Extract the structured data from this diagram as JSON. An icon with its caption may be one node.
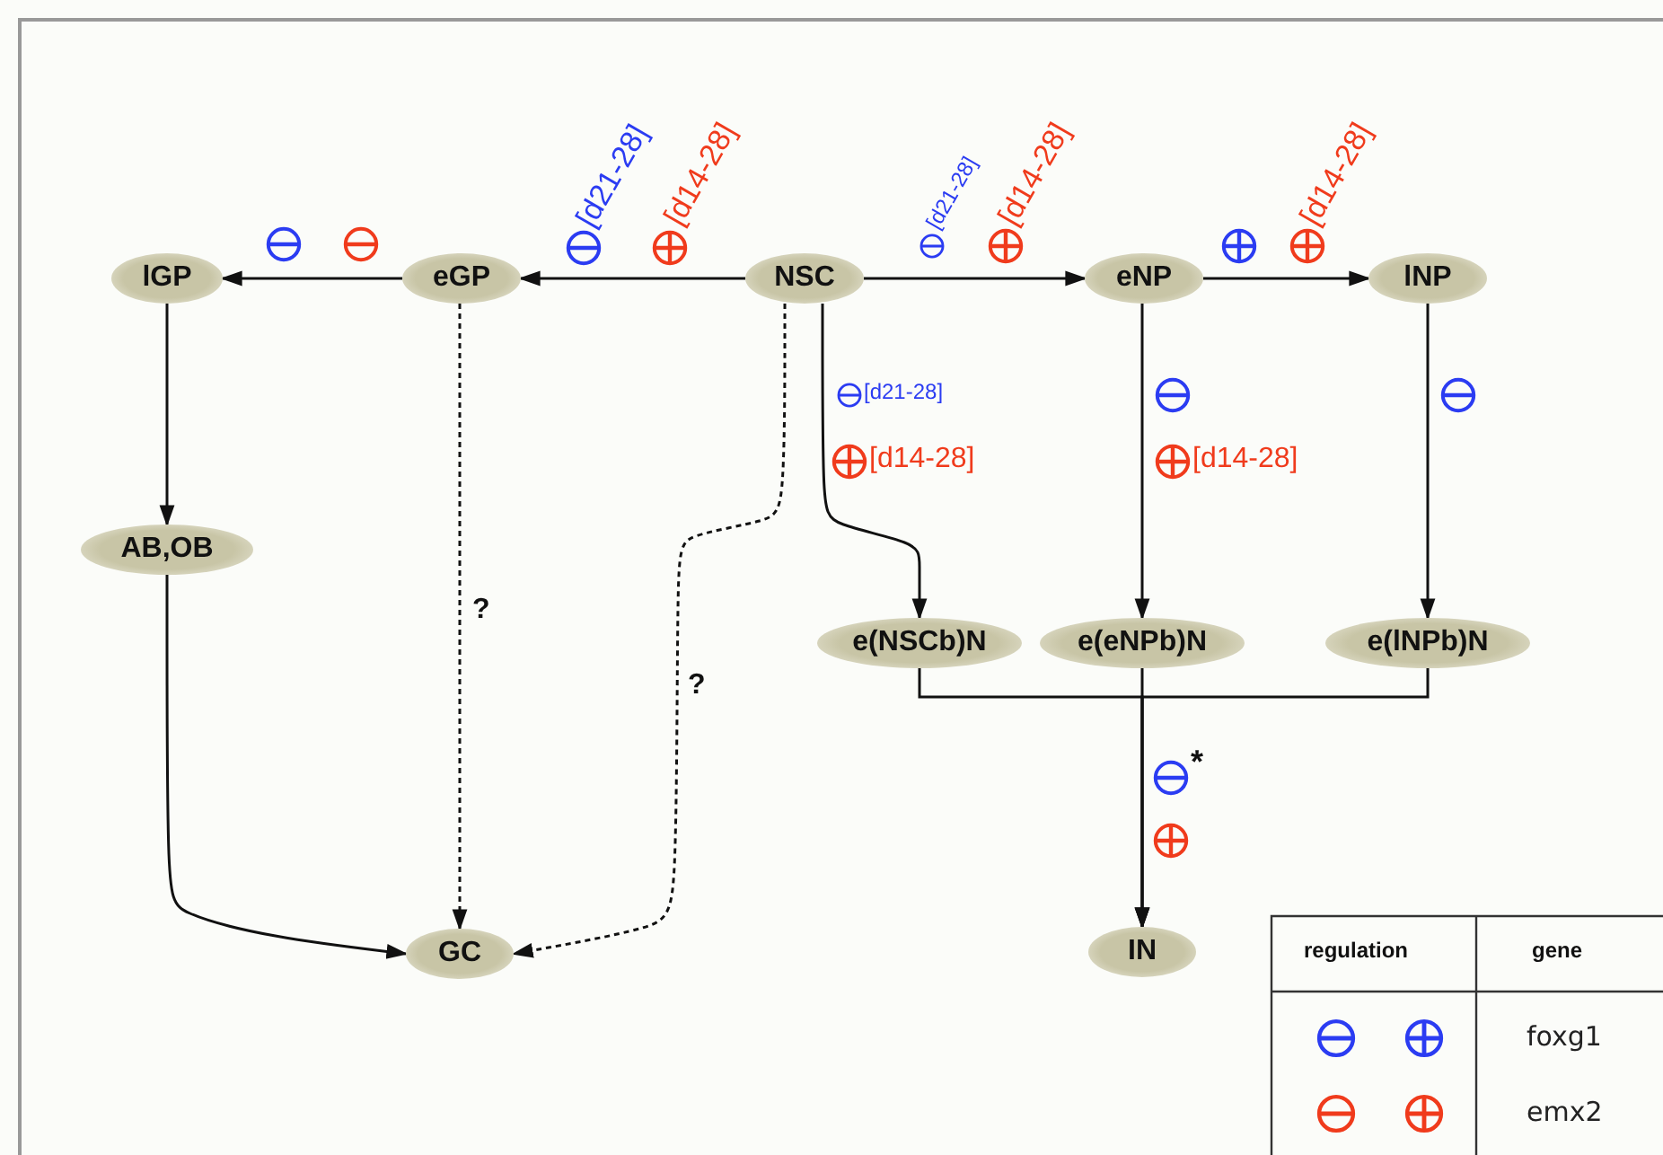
{
  "diagram": {
    "nodes": [
      {
        "text": [
          "lGP"
        ]
      },
      {
        "text": [
          "eGP"
        ]
      },
      {
        "text": [
          "NSC"
        ]
      },
      {
        "text": [
          "eNP"
        ]
      },
      {
        "text": [
          "lNP"
        ]
      },
      {
        "text": [
          "AB,OB"
        ]
      },
      {
        "text": [
          "e(NSCb)N"
        ]
      },
      {
        "text": [
          "e(eNPb)N"
        ]
      },
      {
        "text": [
          "e(lNPb)N"
        ]
      },
      {
        "text": [
          "GC"
        ]
      },
      {
        "text": [
          "IN"
        ]
      }
    ],
    "edges": [
      {
        "from": 2,
        "to": 1,
        "arrow": "to"
      },
      {
        "from": 1,
        "to": 0,
        "arrow": "to"
      },
      {
        "from": 2,
        "to": 3,
        "arrow": "to"
      },
      {
        "from": 3,
        "to": 4,
        "arrow": "to"
      },
      {
        "from": 0,
        "to": 5,
        "arrow": "to"
      },
      {
        "from": 5,
        "to": 9,
        "arrow": "to"
      },
      {
        "from": 1,
        "to": 9,
        "arrow": "to",
        "style": "dashed",
        "label": "?"
      },
      {
        "from": 2,
        "to": 9,
        "arrow": "to",
        "style": "dashed",
        "label": "?"
      },
      {
        "from": 2,
        "to": 6,
        "arrow": "to"
      },
      {
        "from": 3,
        "to": 7,
        "arrow": "to"
      },
      {
        "from": 4,
        "to": 8,
        "arrow": "to"
      },
      {
        "from": 6,
        "to": 10,
        "arrow": "to"
      },
      {
        "from": 7,
        "to": 10,
        "arrow": "to"
      },
      {
        "from": 8,
        "to": 10,
        "arrow": "to"
      }
    ],
    "labels": [
      "[d21-28]",
      "[d14-28]",
      "[d21-28]",
      "[d14-28]",
      "[d14-28]",
      "[d21-28]",
      "[d14-28]",
      "[d14-28]",
      "*",
      "regulation",
      "gene"
    ],
    "legend": [
      {
        "text": "foxg1",
        "color": "#2b3cf2"
      },
      {
        "text": "emx2",
        "color": "#f03b1c"
      }
    ]
  }
}
